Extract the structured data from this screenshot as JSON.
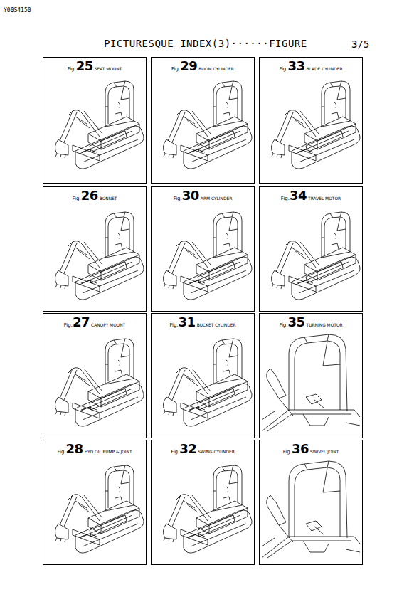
{
  "diagram": {
    "title": "PICTURESQUE INDEX(3)······FIGURE",
    "nodes": [
      {
        "text": [
          "Fig.",
          "25",
          "SEAT MOUNT"
        ]
      },
      {
        "text": [
          "Fig.",
          "29",
          "BOOM CYLINDER"
        ]
      },
      {
        "text": [
          "Fig.",
          "33",
          "BLADE CYLINDER"
        ]
      },
      {
        "text": [
          "Fig.",
          "26",
          "BONNET"
        ]
      },
      {
        "text": [
          "Fig.",
          "30",
          "ARM CYLINDER"
        ]
      },
      {
        "text": [
          "Fig.",
          "34",
          "TRAVEL MOTOR"
        ]
      },
      {
        "text": [
          "Fig.",
          "27",
          "CANOPY MOUNT"
        ]
      },
      {
        "text": [
          "Fig.",
          "31",
          "BUCKET CYLINDER"
        ]
      },
      {
        "text": [
          "Fig.",
          "35",
          "TURNING MOTOR"
        ]
      },
      {
        "text": [
          "Fig.",
          "28",
          "HYD.OIL PUMP & JOINT"
        ]
      },
      {
        "text": [
          "Fig.",
          "32",
          "SWING CYLINDER"
        ]
      },
      {
        "text": [
          "Fig.",
          "36",
          "SWIVEL JOINT"
        ]
      }
    ],
    "labels": [
      "Y00S4150",
      "3/5"
    ]
  }
}
